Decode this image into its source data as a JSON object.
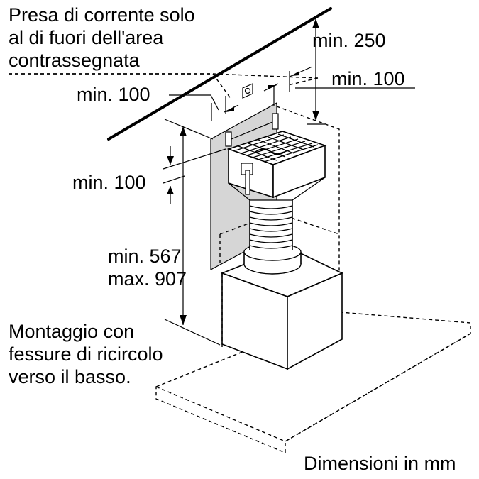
{
  "labels": {
    "socket_note": [
      "Presa di corrente solo",
      "al di fuori dell'area",
      "contrassegnata"
    ],
    "left_clearance": "min. 100",
    "top_clearance": "min. 250",
    "right_clearance": "min. 100",
    "filter_clearance": "min. 100",
    "height_range": [
      "min. 567",
      "max. 907"
    ],
    "mounting_note": [
      "Montaggio con",
      "fessure di ricircolo",
      "verso il basso."
    ],
    "units_note": "Dimensioni in mm"
  },
  "colors": {
    "line": "#000000",
    "wall_panel": "#d6d6d6",
    "background": "#ffffff"
  }
}
